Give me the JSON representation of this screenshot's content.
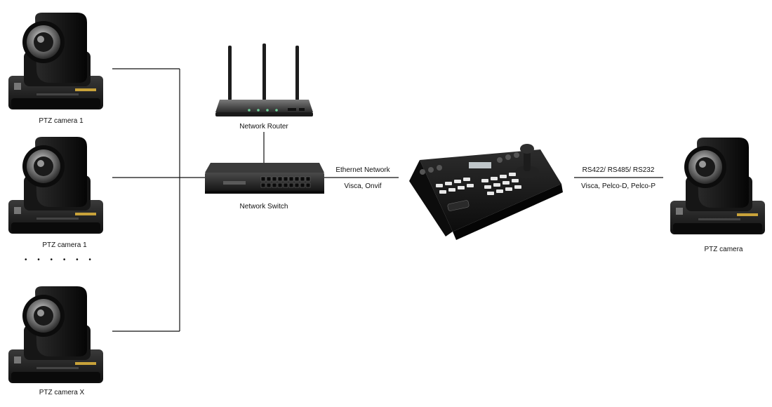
{
  "devices": {
    "camera_1": {
      "label": "PTZ camera 1"
    },
    "camera_2": {
      "label": "PTZ camera 1"
    },
    "camera_x": {
      "label": "PTZ camera X"
    },
    "router": {
      "label": "Network Router"
    },
    "switch": {
      "label": "Network Switch"
    },
    "controller": {
      "label": ""
    },
    "camera_serial": {
      "label": "PTZ camera"
    }
  },
  "links": {
    "ethernet_title": "Ethernet Network",
    "ethernet_protocols": "Visca, Onvif",
    "serial_title": "RS422/ RS485/ RS232",
    "serial_protocols": "Visca, Pelco-D, Pelco-P"
  },
  "ellipsis": "• • • • • •",
  "colors": {
    "device_body": "#1a1a1a",
    "device_highlight": "#3a3a3a",
    "line": "#111111",
    "accent": "#c8a23a",
    "led": "#6fd39a"
  }
}
